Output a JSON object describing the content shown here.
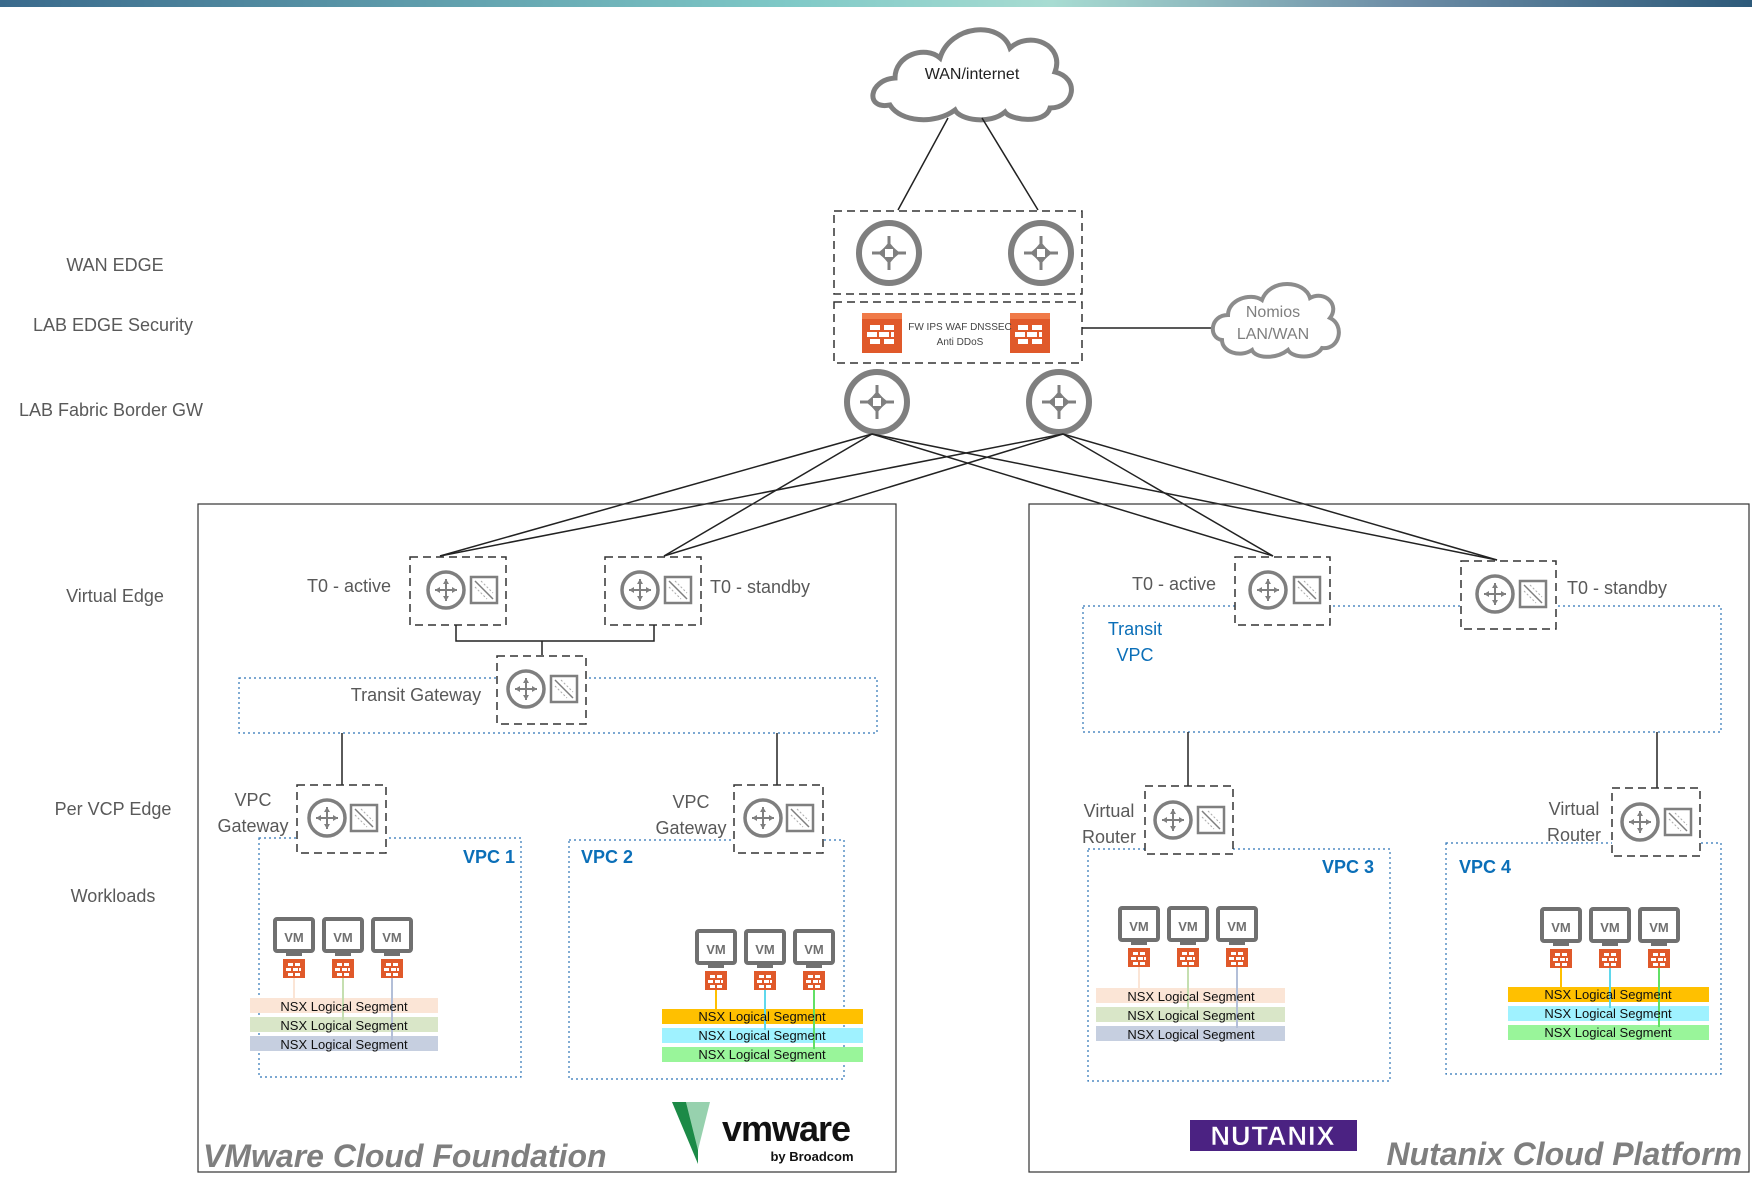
{
  "left_labels": {
    "wan_edge": "WAN EDGE",
    "lab_edge_security": "LAB EDGE Security",
    "lab_fabric_border_gw": "LAB Fabric Border GW",
    "virtual_edge": "Virtual Edge",
    "per_vcp_edge": "Per VCP Edge",
    "workloads": "Workloads"
  },
  "wan_cloud": "WAN/internet",
  "nomios_cloud": [
    "Nomios",
    "LAN/WAN"
  ],
  "firewall_text": [
    "FW IPS WAF DNSSEC",
    "Anti DDoS"
  ],
  "vmware": {
    "t0_active": "T0 - active",
    "t0_standby": "T0 - standby",
    "transit_gateway": "Transit Gateway",
    "vpc_gateway": [
      "VPC",
      "Gateway"
    ],
    "vpc1": "VPC 1",
    "vpc2": "VPC 2",
    "footer": "VMware Cloud Foundation",
    "logo_word": "vmware",
    "logo_by": "by Broadcom"
  },
  "nutanix": {
    "t0_active": "T0 - active",
    "t0_standby": "T0 - standby",
    "transit_vpc": [
      "Transit",
      "VPC"
    ],
    "virtual_router": [
      "Virtual",
      "Router"
    ],
    "vpc3": "VPC 3",
    "vpc4": "VPC 4",
    "footer": "Nutanix Cloud Platform",
    "logo_word": "NUTANIX"
  },
  "vm_label": "VM",
  "segment_label": "NSX Logical Segment",
  "colors": {
    "router_grey": "#7f7f7f",
    "firewall_orange": "#e0592a",
    "vpc_blue": "#0b6fb8",
    "segments_vpc1": [
      "#fbe5d6",
      "#d9e6c8",
      "#c6cfe0"
    ],
    "segments_vpc2": [
      "#ffc000",
      "#9ff2ff",
      "#99f59a"
    ],
    "nutanix_purple": "#4b2282",
    "vmware_green": "#1c8a47"
  }
}
